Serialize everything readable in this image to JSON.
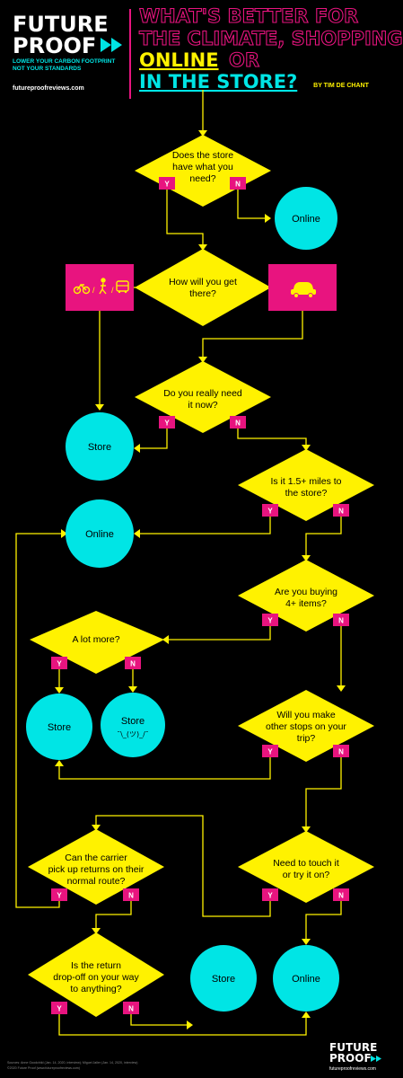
{
  "brand": {
    "name_line1": "FUTURE",
    "name_line2": "PROOF",
    "tagline_line1": "LOWER YOUR CARBON FOOTPRINT",
    "tagline_line2": "NOT YOUR STANDARDS",
    "url": "futureproofreviews.com",
    "footer_url": "futureproofreviews.com"
  },
  "title": {
    "line1": "WHAT'S BETTER FOR",
    "line2": "THE CLIMATE, SHOPPING",
    "line3_highlight": "ONLINE",
    "line3_rest": "OR",
    "line4_highlight": "IN THE STORE?",
    "byline": "BY TIM DE CHANT"
  },
  "colors": {
    "accent_yellow": "#FFF200",
    "accent_cyan": "#00E5E5",
    "accent_magenta": "#E8147F",
    "background": "#000000"
  },
  "labels": {
    "yes": "Y",
    "no": "N"
  },
  "questions": {
    "q1": [
      "Does the store",
      "have what you",
      "need?"
    ],
    "q2": [
      "How will you get",
      "there?"
    ],
    "q3": [
      "Do you really need",
      "it now?"
    ],
    "q4": [
      "Is it 1.5+ miles to",
      "the store?"
    ],
    "q5": [
      "Are you buying",
      "4+ items?"
    ],
    "q6": [
      "A lot more?"
    ],
    "q7": [
      "Will you make",
      "other stops on your",
      "trip?"
    ],
    "q8": [
      "Can the carrier",
      "pick up returns on their",
      "normal route?"
    ],
    "q9": [
      "Need to touch it",
      "or try it on?"
    ],
    "q10": [
      "Is the return",
      "drop-off on your way",
      "to anything?"
    ]
  },
  "outcomes": {
    "online_1": "Online",
    "store_1": "Store",
    "online_2": "Online",
    "store_2": "Store",
    "store_3": "Store",
    "store_3_face": "¯\\_(ツ)_/¯",
    "store_4": "Store",
    "online_3": "Online"
  },
  "transport": {
    "left_icons": [
      "bike-icon",
      "walk-icon",
      "bus-icon"
    ],
    "right_icon": "car-icon"
  },
  "sources": [
    "Sources: Anne Goodchild (Jan. 14, 2020, interview); Miguel Jaller (Jan. 14, 2020, interview)",
    "©2020 Future Proof (www.futureproofreviews.com)"
  ]
}
